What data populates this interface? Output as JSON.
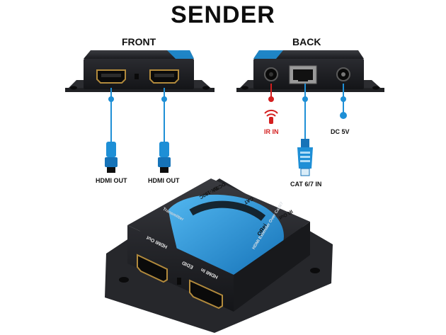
{
  "title": "SENDER",
  "front": {
    "heading": "FRONT",
    "port_labels": [
      "HDMI OUT",
      "HDMI OUT"
    ]
  },
  "back": {
    "heading": "BACK",
    "ir_label": "IR IN",
    "dc_label": "DC 5V",
    "cat_label": "CAT 6/7 IN"
  },
  "device": {
    "brand": "ORei",
    "model": "HDMI Extender Over Cat6/7",
    "role": "Transmitter",
    "port_hdmi_in": "HDMI In",
    "port_hdmi_out": "HDMI Out",
    "edid": "EDID",
    "ir_out": "IR Out",
    "dc": "DC5V",
    "sku": "EX-180C",
    "cat": "CAT"
  },
  "colors": {
    "accent_blue": "#1e8fd6",
    "device_black": "#1d1e22",
    "ir_red": "#d41f1f"
  }
}
